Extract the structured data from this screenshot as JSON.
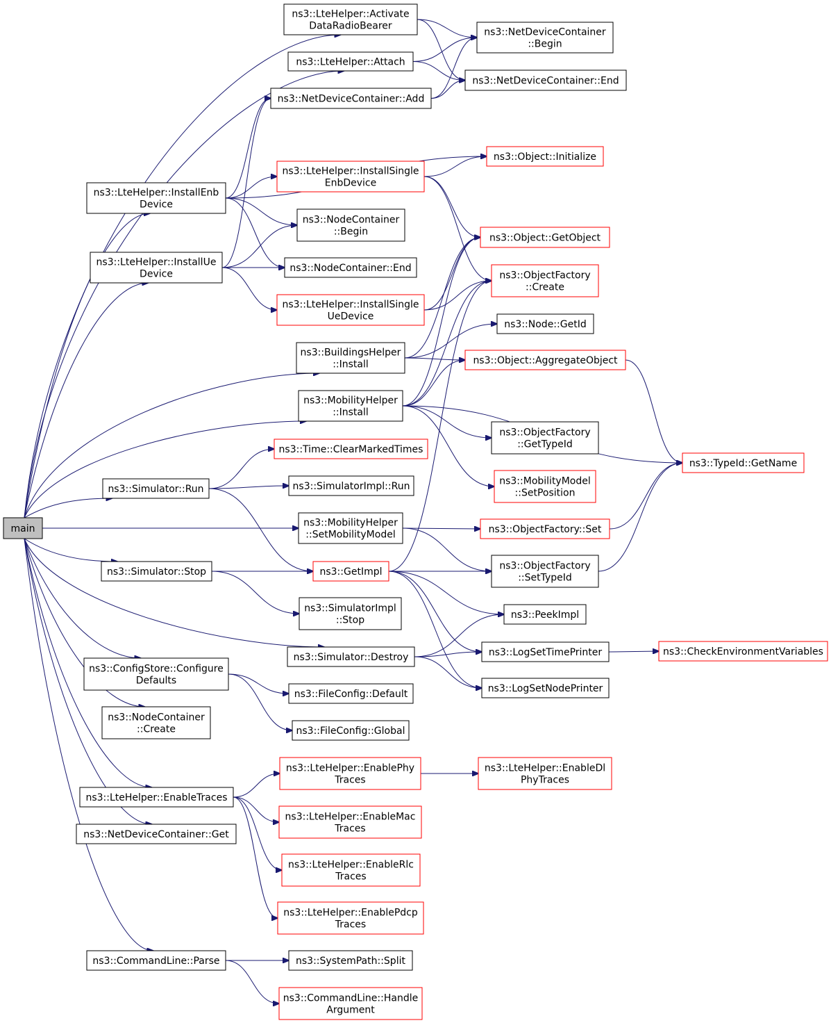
{
  "diagram": {
    "title": "",
    "colors": {
      "edge": "#191970",
      "border_default": "#000000",
      "border_truncated": "#ff0000",
      "root_fill": "#bfbfbf",
      "node_fill": "#ffffff"
    },
    "nodes": [
      {
        "id": "main",
        "lines": [
          "main"
        ],
        "style": "root"
      },
      {
        "id": "activate",
        "lines": [
          "ns3::LteHelper::Activate",
          "DataRadioBearer"
        ],
        "style": "normal"
      },
      {
        "id": "attach",
        "lines": [
          "ns3::LteHelper::Attach"
        ],
        "style": "normal"
      },
      {
        "id": "ndcadd",
        "lines": [
          "ns3::NetDeviceContainer::Add"
        ],
        "style": "normal"
      },
      {
        "id": "ndcbegin",
        "lines": [
          "ns3::NetDeviceContainer",
          "::Begin"
        ],
        "style": "normal"
      },
      {
        "id": "ndcend",
        "lines": [
          "ns3::NetDeviceContainer::End"
        ],
        "style": "normal"
      },
      {
        "id": "objinit",
        "lines": [
          "ns3::Object::Initialize"
        ],
        "style": "truncated"
      },
      {
        "id": "installenbsingle",
        "lines": [
          "ns3::LteHelper::InstallSingle",
          "EnbDevice"
        ],
        "style": "truncated"
      },
      {
        "id": "installenb",
        "lines": [
          "ns3::LteHelper::InstallEnb",
          "Device"
        ],
        "style": "normal"
      },
      {
        "id": "ncbegin",
        "lines": [
          "ns3::NodeContainer",
          "::Begin"
        ],
        "style": "normal"
      },
      {
        "id": "ncend",
        "lines": [
          "ns3::NodeContainer::End"
        ],
        "style": "normal"
      },
      {
        "id": "getobject",
        "lines": [
          "ns3::Object::GetObject"
        ],
        "style": "truncated"
      },
      {
        "id": "installue",
        "lines": [
          "ns3::LteHelper::InstallUe",
          "Device"
        ],
        "style": "normal"
      },
      {
        "id": "ofcreate",
        "lines": [
          "ns3::ObjectFactory",
          "::Create"
        ],
        "style": "truncated"
      },
      {
        "id": "installuesingle",
        "lines": [
          "ns3::LteHelper::InstallSingle",
          "UeDevice"
        ],
        "style": "truncated"
      },
      {
        "id": "nodegetid",
        "lines": [
          "ns3::Node::GetId"
        ],
        "style": "normal"
      },
      {
        "id": "bhinstall",
        "lines": [
          "ns3::BuildingsHelper",
          "::Install"
        ],
        "style": "normal"
      },
      {
        "id": "aggregate",
        "lines": [
          "ns3::Object::AggregateObject"
        ],
        "style": "truncated"
      },
      {
        "id": "mhinstall",
        "lines": [
          "ns3::MobilityHelper",
          "::Install"
        ],
        "style": "normal"
      },
      {
        "id": "ofgettypeid",
        "lines": [
          "ns3::ObjectFactory",
          "::GetTypeId"
        ],
        "style": "normal"
      },
      {
        "id": "typeidgetname",
        "lines": [
          "ns3::TypeId::GetName"
        ],
        "style": "truncated"
      },
      {
        "id": "clearmarked",
        "lines": [
          "ns3::Time::ClearMarkedTimes"
        ],
        "style": "truncated"
      },
      {
        "id": "simrun",
        "lines": [
          "ns3::Simulator::Run"
        ],
        "style": "normal"
      },
      {
        "id": "simimplrun",
        "lines": [
          "ns3::SimulatorImpl::Run"
        ],
        "style": "normal"
      },
      {
        "id": "mmsetpos",
        "lines": [
          "ns3::MobilityModel",
          "::SetPosition"
        ],
        "style": "truncated"
      },
      {
        "id": "mhsetmob",
        "lines": [
          "ns3::MobilityHelper",
          "::SetMobilityModel"
        ],
        "style": "normal"
      },
      {
        "id": "ofset",
        "lines": [
          "ns3::ObjectFactory::Set"
        ],
        "style": "truncated"
      },
      {
        "id": "simstop",
        "lines": [
          "ns3::Simulator::Stop"
        ],
        "style": "normal"
      },
      {
        "id": "getimpl",
        "lines": [
          "ns3::GetImpl"
        ],
        "style": "truncated"
      },
      {
        "id": "ofsettypeid",
        "lines": [
          "ns3::ObjectFactory",
          "::SetTypeId"
        ],
        "style": "normal"
      },
      {
        "id": "simimplstop",
        "lines": [
          "ns3::SimulatorImpl",
          "::Stop"
        ],
        "style": "normal"
      },
      {
        "id": "peekimpl",
        "lines": [
          "ns3::PeekImpl"
        ],
        "style": "normal"
      },
      {
        "id": "simdestroy",
        "lines": [
          "ns3::Simulator::Destroy"
        ],
        "style": "normal"
      },
      {
        "id": "logtime",
        "lines": [
          "ns3::LogSetTimePrinter"
        ],
        "style": "normal"
      },
      {
        "id": "checkenv",
        "lines": [
          "ns3::CheckEnvironmentVariables"
        ],
        "style": "truncated"
      },
      {
        "id": "csconfig",
        "lines": [
          "ns3::ConfigStore::Configure",
          "Defaults"
        ],
        "style": "normal"
      },
      {
        "id": "lognode",
        "lines": [
          "ns3::LogSetNodePrinter"
        ],
        "style": "normal"
      },
      {
        "id": "fcdefault",
        "lines": [
          "ns3::FileConfig::Default"
        ],
        "style": "normal"
      },
      {
        "id": "nccreate",
        "lines": [
          "ns3::NodeContainer",
          "::Create"
        ],
        "style": "normal"
      },
      {
        "id": "fcglobal",
        "lines": [
          "ns3::FileConfig::Global"
        ],
        "style": "normal"
      },
      {
        "id": "enablephy",
        "lines": [
          "ns3::LteHelper::EnablePhy",
          "Traces"
        ],
        "style": "truncated"
      },
      {
        "id": "enabledlphy",
        "lines": [
          "ns3::LteHelper::EnableDl",
          "PhyTraces"
        ],
        "style": "truncated"
      },
      {
        "id": "enabletraces",
        "lines": [
          "ns3::LteHelper::EnableTraces"
        ],
        "style": "normal"
      },
      {
        "id": "enablemac",
        "lines": [
          "ns3::LteHelper::EnableMac",
          "Traces"
        ],
        "style": "truncated"
      },
      {
        "id": "ndcget",
        "lines": [
          "ns3::NetDeviceContainer::Get"
        ],
        "style": "normal"
      },
      {
        "id": "enablerlc",
        "lines": [
          "ns3::LteHelper::EnableRlc",
          "Traces"
        ],
        "style": "truncated"
      },
      {
        "id": "enablepdcp",
        "lines": [
          "ns3::LteHelper::EnablePdcp",
          "Traces"
        ],
        "style": "truncated"
      },
      {
        "id": "clparse",
        "lines": [
          "ns3::CommandLine::Parse"
        ],
        "style": "normal"
      },
      {
        "id": "spsplit",
        "lines": [
          "ns3::SystemPath::Split"
        ],
        "style": "normal"
      },
      {
        "id": "clhandle",
        "lines": [
          "ns3::CommandLine::Handle",
          "Argument"
        ],
        "style": "truncated"
      }
    ],
    "edges": [
      [
        "main",
        "activate"
      ],
      [
        "main",
        "attach"
      ],
      [
        "main",
        "installenb"
      ],
      [
        "main",
        "installue"
      ],
      [
        "main",
        "bhinstall"
      ],
      [
        "main",
        "mhinstall"
      ],
      [
        "main",
        "simrun"
      ],
      [
        "main",
        "mhsetmob"
      ],
      [
        "main",
        "simstop"
      ],
      [
        "main",
        "simdestroy"
      ],
      [
        "main",
        "csconfig"
      ],
      [
        "main",
        "nccreate"
      ],
      [
        "main",
        "enabletraces"
      ],
      [
        "main",
        "ndcget"
      ],
      [
        "main",
        "clparse"
      ],
      [
        "activate",
        "ndcbegin"
      ],
      [
        "activate",
        "ndcend"
      ],
      [
        "attach",
        "ndcbegin"
      ],
      [
        "attach",
        "ndcend"
      ],
      [
        "ndcadd",
        "ndcbegin"
      ],
      [
        "ndcadd",
        "ndcend"
      ],
      [
        "installenb",
        "ndcadd"
      ],
      [
        "installenb",
        "objinit"
      ],
      [
        "installenb",
        "installenbsingle"
      ],
      [
        "installenb",
        "ncbegin"
      ],
      [
        "installenb",
        "ncend"
      ],
      [
        "installue",
        "ndcadd"
      ],
      [
        "installue",
        "ncbegin"
      ],
      [
        "installue",
        "ncend"
      ],
      [
        "installue",
        "installuesingle"
      ],
      [
        "installenbsingle",
        "objinit"
      ],
      [
        "installenbsingle",
        "getobject"
      ],
      [
        "installenbsingle",
        "ofcreate"
      ],
      [
        "installuesingle",
        "getobject"
      ],
      [
        "installuesingle",
        "ofcreate"
      ],
      [
        "bhinstall",
        "getobject"
      ],
      [
        "bhinstall",
        "nodegetid"
      ],
      [
        "bhinstall",
        "aggregate"
      ],
      [
        "mhinstall",
        "getobject"
      ],
      [
        "mhinstall",
        "ofcreate"
      ],
      [
        "mhinstall",
        "aggregate"
      ],
      [
        "mhinstall",
        "typeidgetname"
      ],
      [
        "mhinstall",
        "ofgettypeid"
      ],
      [
        "mhinstall",
        "mmsetpos"
      ],
      [
        "aggregate",
        "typeidgetname"
      ],
      [
        "ofset",
        "typeidgetname"
      ],
      [
        "ofsettypeid",
        "typeidgetname"
      ],
      [
        "simrun",
        "clearmarked"
      ],
      [
        "simrun",
        "simimplrun"
      ],
      [
        "simrun",
        "getimpl"
      ],
      [
        "mhsetmob",
        "ofset"
      ],
      [
        "mhsetmob",
        "ofsettypeid"
      ],
      [
        "simstop",
        "getimpl"
      ],
      [
        "simstop",
        "simimplstop"
      ],
      [
        "getimpl",
        "ofcreate"
      ],
      [
        "getimpl",
        "ofsettypeid"
      ],
      [
        "getimpl",
        "peekimpl"
      ],
      [
        "getimpl",
        "logtime"
      ],
      [
        "getimpl",
        "lognode"
      ],
      [
        "simdestroy",
        "peekimpl"
      ],
      [
        "simdestroy",
        "logtime"
      ],
      [
        "simdestroy",
        "lognode"
      ],
      [
        "logtime",
        "checkenv"
      ],
      [
        "csconfig",
        "fcdefault"
      ],
      [
        "csconfig",
        "fcglobal"
      ],
      [
        "enabletraces",
        "enablephy"
      ],
      [
        "enabletraces",
        "enablemac"
      ],
      [
        "enabletraces",
        "enablerlc"
      ],
      [
        "enabletraces",
        "enablepdcp"
      ],
      [
        "enablephy",
        "enabledlphy"
      ],
      [
        "clparse",
        "spsplit"
      ],
      [
        "clparse",
        "clhandle"
      ]
    ]
  }
}
